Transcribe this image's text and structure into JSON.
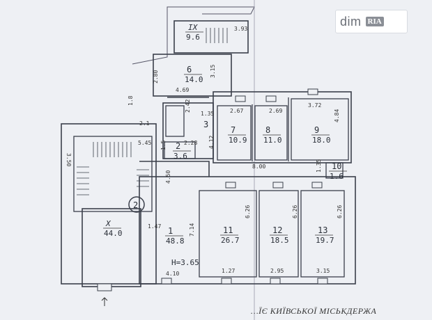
{
  "rooms": [
    {
      "id": "1",
      "area": "48.8"
    },
    {
      "id": "2",
      "area": "3.6"
    },
    {
      "id": "3",
      "area": ""
    },
    {
      "id": "6",
      "area": "14.0"
    },
    {
      "id": "7",
      "area": "10.9"
    },
    {
      "id": "8",
      "area": "11.0"
    },
    {
      "id": "9",
      "area": "18.0"
    },
    {
      "id": "10",
      "area": "1.6"
    },
    {
      "id": "11",
      "area": "26.7"
    },
    {
      "id": "12",
      "area": "18.5"
    },
    {
      "id": "13",
      "area": "19.7"
    },
    {
      "id": "X",
      "area": "44.0"
    },
    {
      "id": "IX",
      "area": "9.6"
    }
  ],
  "dimensions": [
    "3.93",
    "2.80",
    "3.15",
    "4.69",
    "1.8",
    "2.1",
    "1.35",
    "2.42",
    "1.5",
    "2.28",
    "4.12",
    "2.67",
    "2.69",
    "3.72",
    "4.84",
    "8.00",
    "1.35",
    "5.45",
    "3.50",
    "4.50",
    "1.47",
    "7.14",
    "6.26",
    "6.26",
    "6.26",
    "4.10",
    "1.27",
    "2.95",
    "3.15"
  ],
  "height_label": "H=3.65",
  "circle_marker": "2",
  "caption": "…ЇЄ КИЇВСЬКОЇ МІСЬКДЕРЖА",
  "watermark": {
    "text": "dim",
    "badge": "RIA"
  }
}
